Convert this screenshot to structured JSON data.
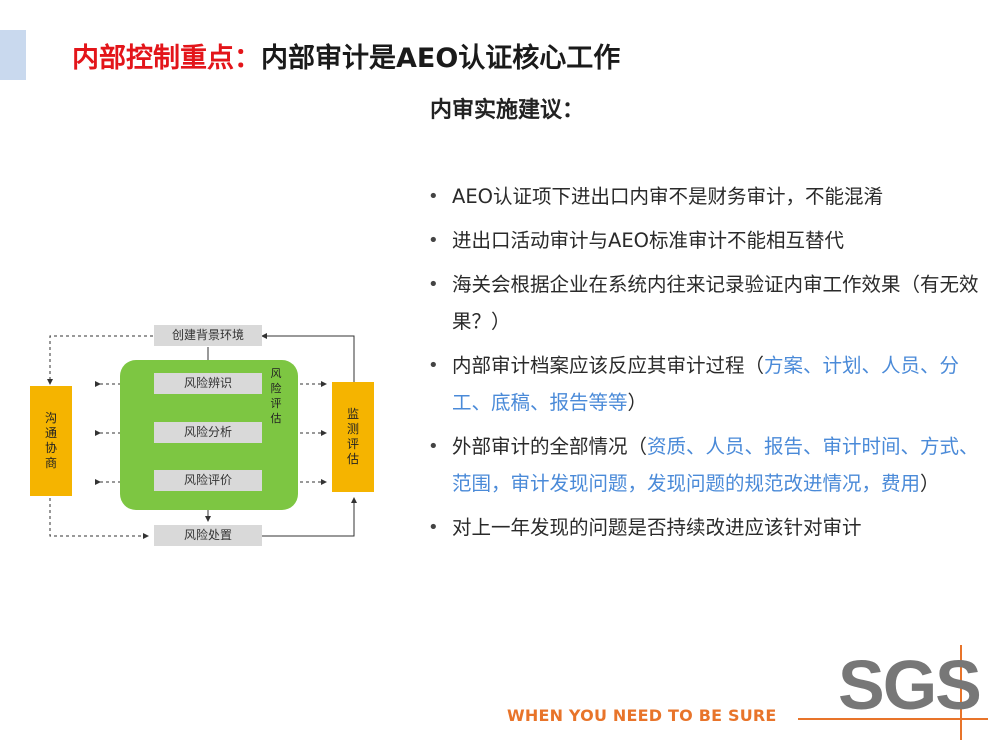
{
  "header": {
    "title_red": "内部控制重点：",
    "title_main": "内部审计是AEO认证核心工作"
  },
  "subtitle": "内审实施建议：",
  "bullets": [
    {
      "text": "AEO认证项下进出口内审不是财务审计，不能混淆"
    },
    {
      "text": "进出口活动审计与AEO标准审计不能相互替代"
    },
    {
      "text": "海关会根据企业在系统内往来记录验证内审工作效果（有无效果？）"
    },
    {
      "text": "内部审计档案应该反应其审计过程",
      "detail_open": "（",
      "detail": "方案、计划、人员、分工、底稿、报告等等",
      "detail_close": "）"
    },
    {
      "text": "外部审计的全部情况",
      "detail_open": "（",
      "detail": "资质、人员、报告、审计时间、方式、范围，审计发现问题，发现问题的规范改进情况，费用",
      "detail_close": "）"
    },
    {
      "text": "对上一年发现的问题是否持续改进应该针对审计"
    }
  ],
  "diagram": {
    "top_box": "创建背景环境",
    "inner_boxes": [
      "风险辨识",
      "风险分析",
      "风险评价"
    ],
    "bottom_box": "风险处置",
    "left_box": "沟通协商",
    "right_box": "监测评估",
    "inner_label": "风险评估",
    "colors": {
      "green": "#7dc642",
      "yellow": "#f5b400",
      "gray": "#d9d9d9"
    }
  },
  "footer": {
    "slogan": "WHEN YOU NEED TO BE SURE",
    "logo": "SGS"
  }
}
